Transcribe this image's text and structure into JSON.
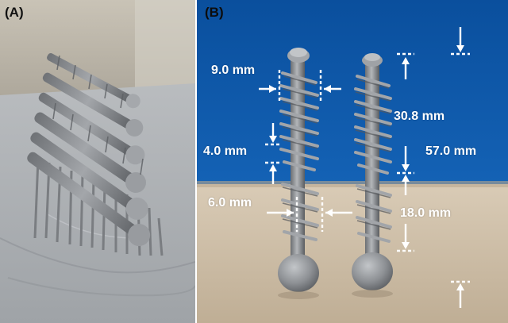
{
  "figure": {
    "panel_a": {
      "label": "(A)",
      "scene": "array of printed screws with support struts on a metal build plate"
    },
    "panel_b": {
      "label": "(B)",
      "scene": "two printed screws standing upright on a wooden surface against a blue background",
      "measurements": {
        "m1": "9.0 mm",
        "m2": "30.8 mm",
        "m3": "4.0 mm",
        "m4": "57.0 mm",
        "m5": "6.0 mm",
        "m6": "18.0 mm"
      }
    },
    "colors": {
      "background_blue": "#0e57a8",
      "wood": "#cdbba3",
      "metal": "#8b8e92",
      "annotation": "#ffffff"
    }
  }
}
